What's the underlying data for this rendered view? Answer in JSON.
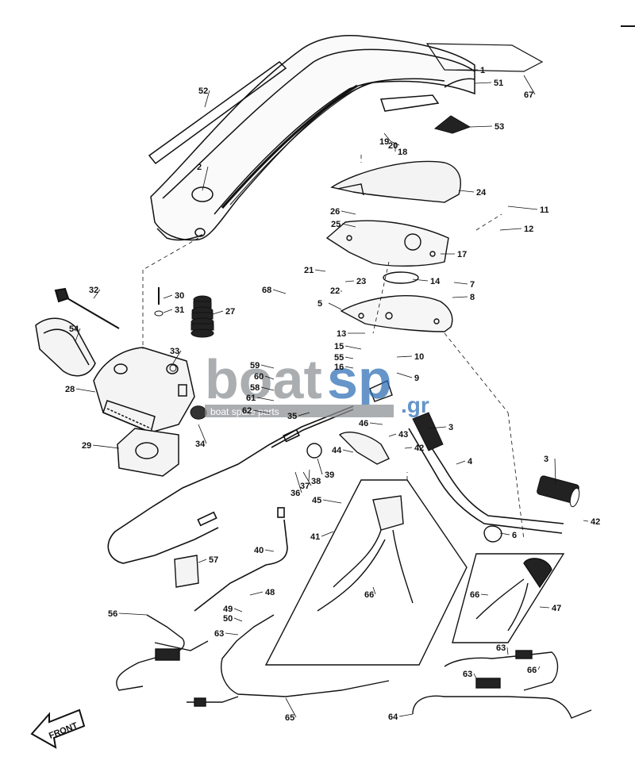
{
  "callouts": [
    "1",
    "2",
    "3",
    "3",
    "4",
    "5",
    "6",
    "7",
    "8",
    "9",
    "10",
    "11",
    "12",
    "13",
    "14",
    "15",
    "16",
    "17",
    "18",
    "19",
    "20",
    "21",
    "22",
    "23",
    "24",
    "25",
    "26",
    "27",
    "28",
    "29",
    "30",
    "31",
    "32",
    "33",
    "34",
    "35",
    "36",
    "37",
    "38",
    "39",
    "40",
    "41",
    "42",
    "42",
    "43",
    "44",
    "45",
    "46",
    "47",
    "48",
    "49",
    "50",
    "51",
    "52",
    "53",
    "54",
    "55",
    "56",
    "57",
    "58",
    "59",
    "60",
    "61",
    "62",
    "63",
    "63",
    "63",
    "64",
    "65",
    "66",
    "66",
    "66",
    "67",
    "68"
  ],
  "watermark": {
    "main": "boat",
    "accent": "sp",
    "suffix": ".gr",
    "tagline": "boat spare parts"
  },
  "front_label": "FRONT",
  "colors": {
    "ink": "#111111",
    "wm_gray": "#8c8f93",
    "wm_blue": "#2a6db5"
  }
}
